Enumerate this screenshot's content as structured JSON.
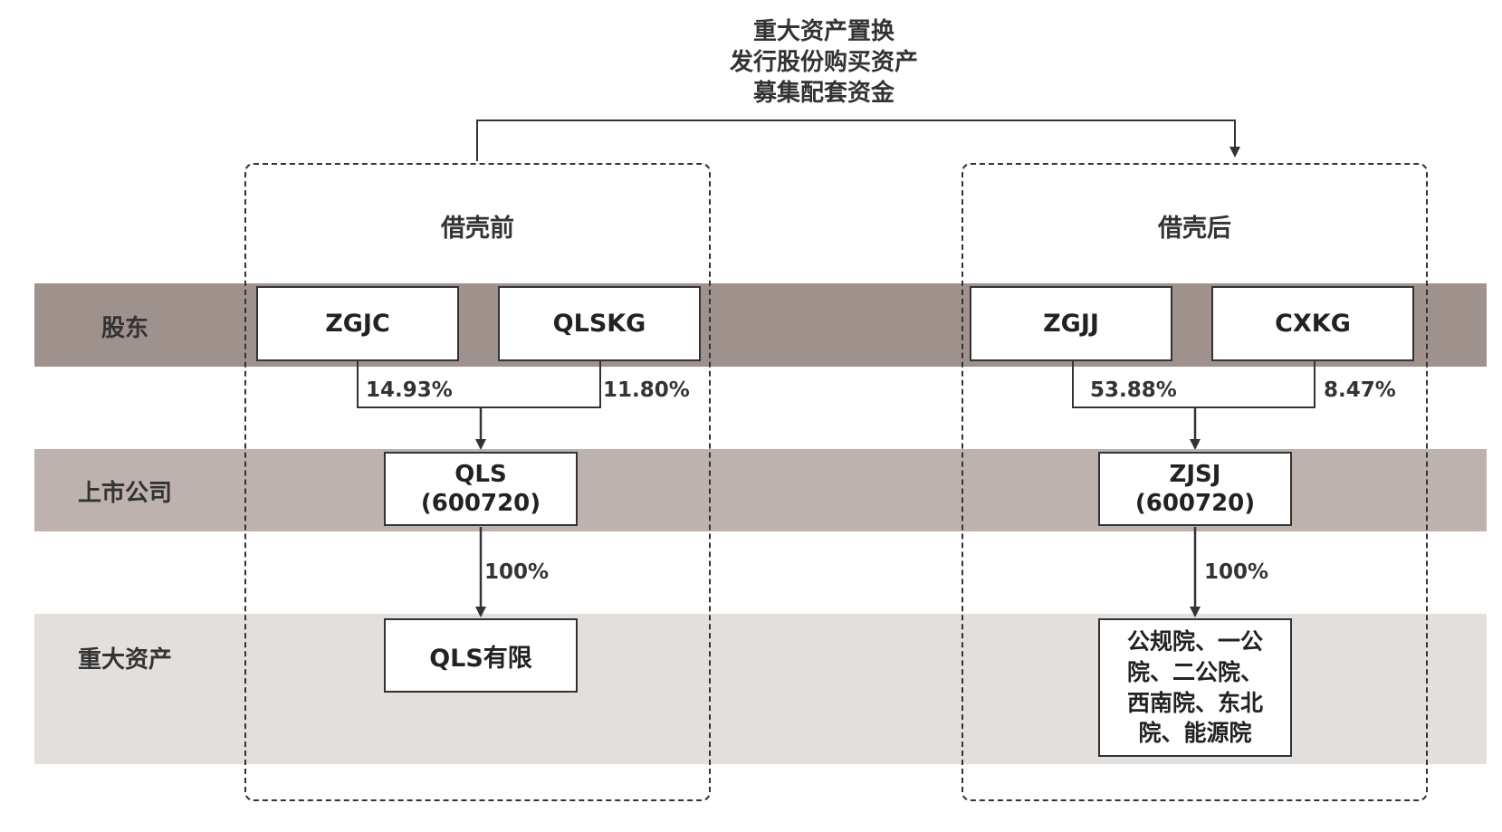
{
  "header": {
    "lines": [
      "重大资产置换",
      "发行股份购买资产",
      "募集配套资金"
    ]
  },
  "rows": {
    "shareholder": "股东",
    "listed": "上市公司",
    "asset": "重大资产"
  },
  "colors": {
    "band_shareholder": "#9f918b",
    "band_listed": "#bdb2ad",
    "band_asset": "#e3dfdc",
    "line": "#333333"
  },
  "before": {
    "title": "借壳前",
    "shareholders": [
      {
        "name": "ZGJC",
        "pct": "14.93%"
      },
      {
        "name": "QLSKG",
        "pct": "11.80%"
      }
    ],
    "listed": {
      "name": "QLS",
      "code": "(600720)"
    },
    "own_pct": "100%",
    "asset": "QLS有限"
  },
  "after": {
    "title": "借壳后",
    "shareholders": [
      {
        "name": "ZGJJ",
        "pct": "53.88%"
      },
      {
        "name": "CXKG",
        "pct": "8.47%"
      }
    ],
    "listed": {
      "name": "ZJSJ",
      "code": "(600720)"
    },
    "own_pct": "100%",
    "asset_lines": [
      "公规院、一公",
      "院、二公院、",
      "西南院、东北",
      "院、能源院"
    ]
  }
}
